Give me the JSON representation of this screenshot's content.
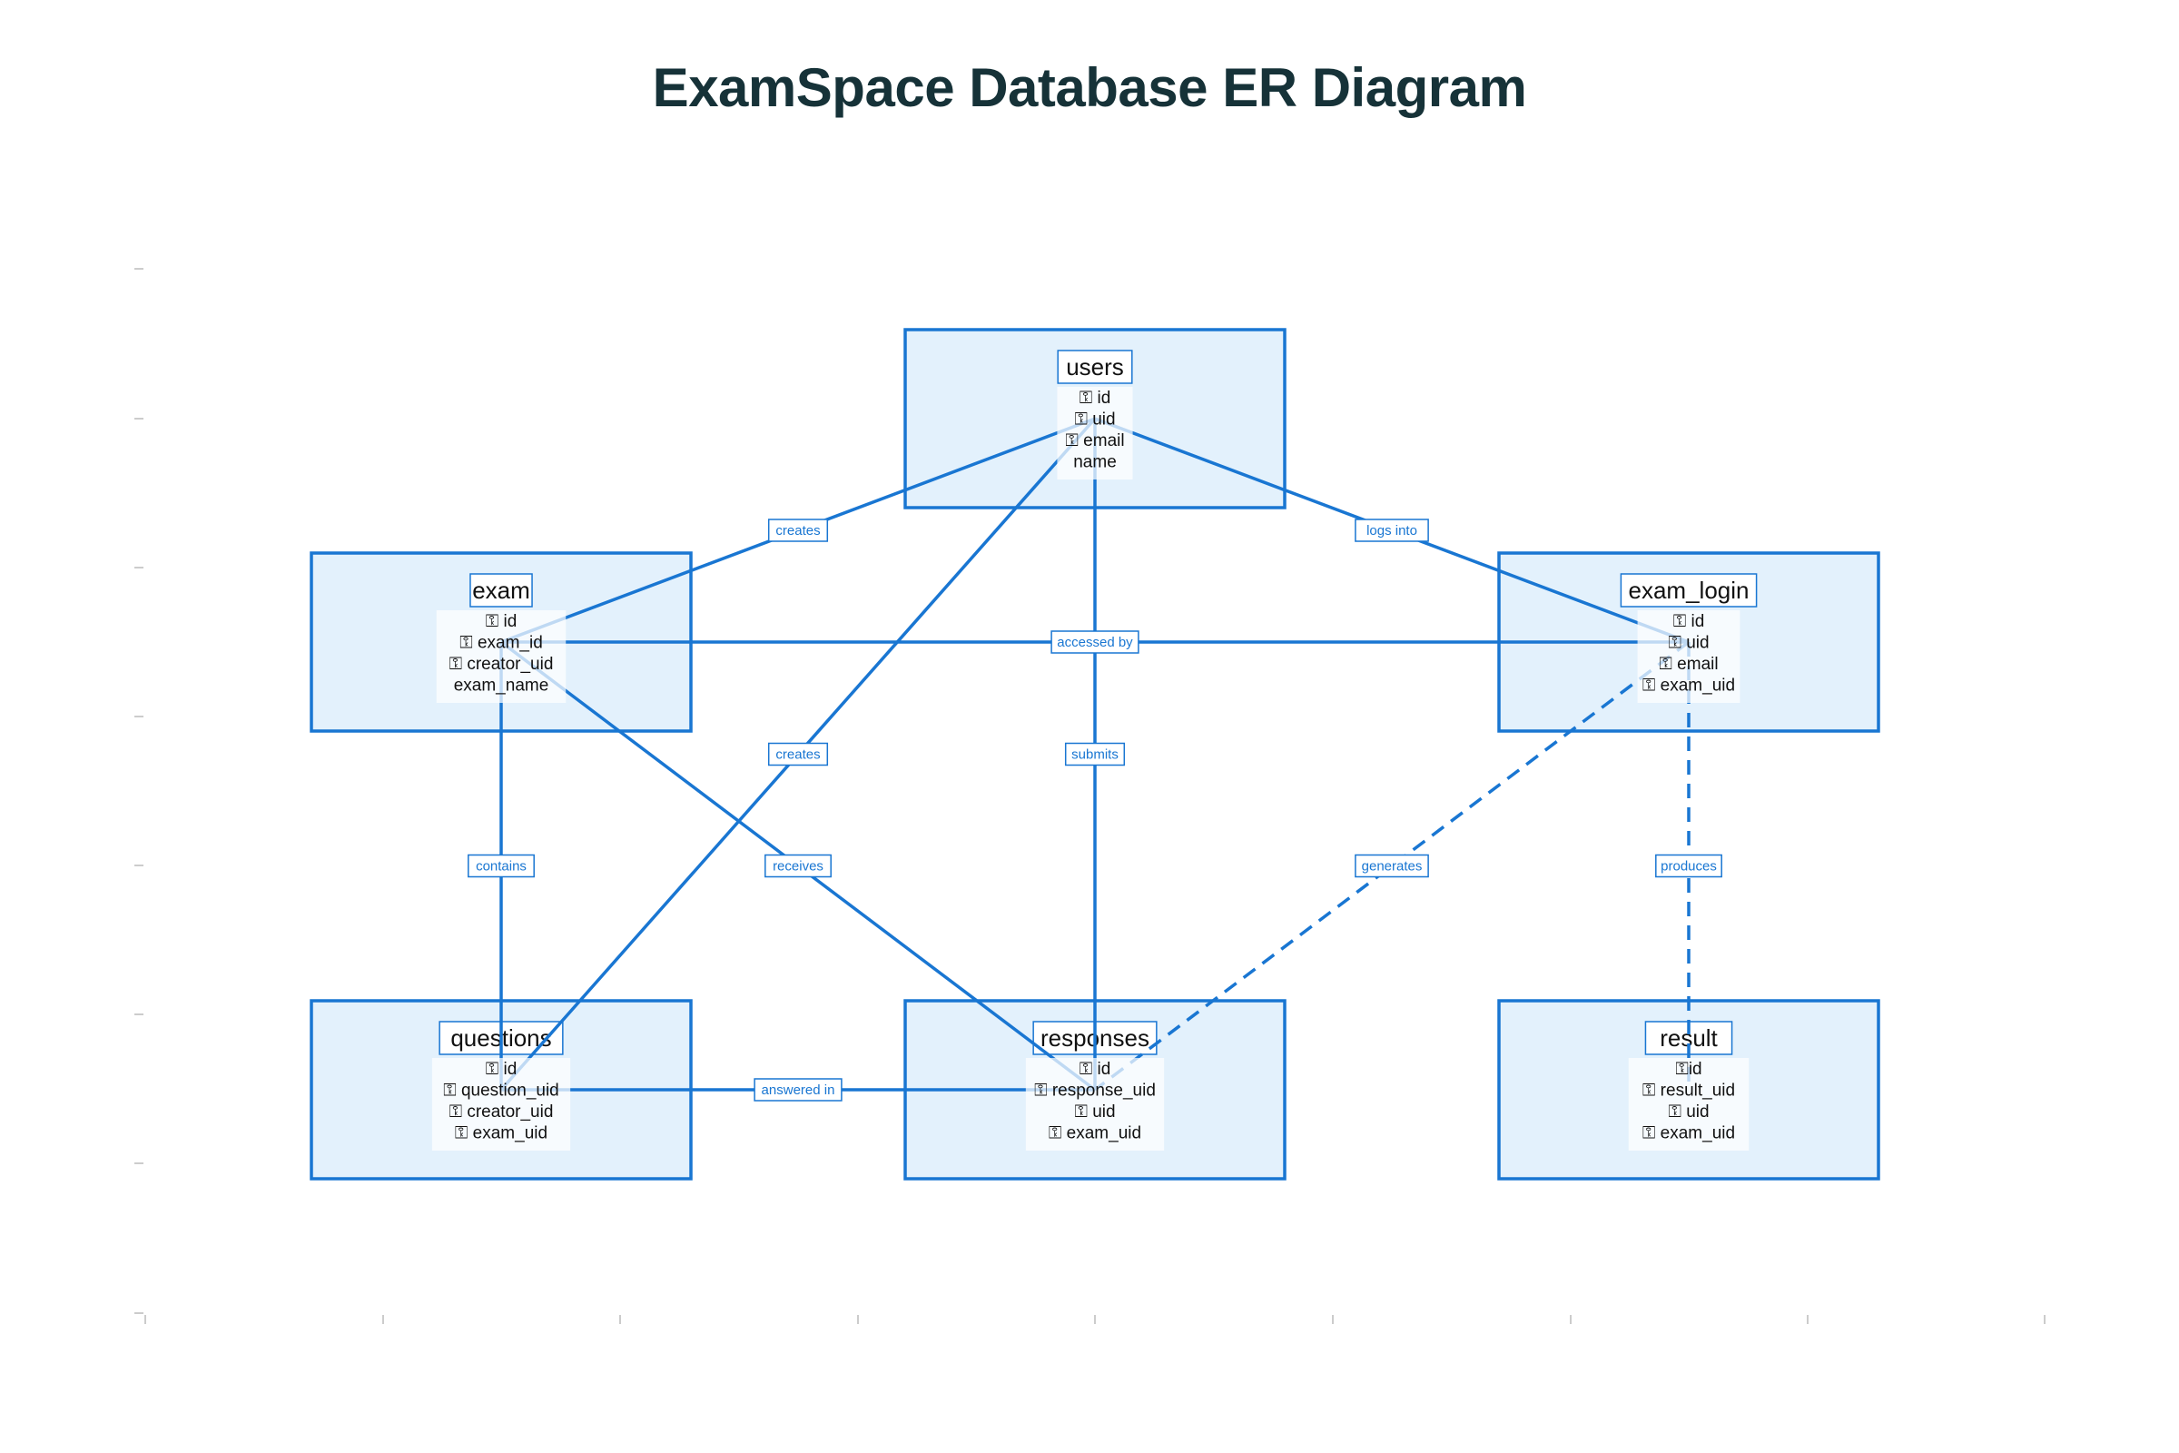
{
  "title": "ExamSpace Database ER Diagram",
  "colors": {
    "accent": "#1976d2",
    "entity_fill": "#e3f1fc",
    "title": "#163238",
    "tick": "#bbbbbb"
  },
  "key_glyph": "⚿",
  "entities": [
    {
      "id": "users",
      "name": "users",
      "attributes": [
        {
          "name": "id",
          "key": true
        },
        {
          "name": "uid",
          "key": true
        },
        {
          "name": "email",
          "key": true
        },
        {
          "name": "name",
          "key": false
        }
      ]
    },
    {
      "id": "exam",
      "name": "exam",
      "attributes": [
        {
          "name": "id",
          "key": true
        },
        {
          "name": "exam_id",
          "key": true
        },
        {
          "name": "creator_uid",
          "key": true
        },
        {
          "name": "exam_name",
          "key": false
        }
      ]
    },
    {
      "id": "exam_login",
      "name": "exam_login",
      "attributes": [
        {
          "name": "id",
          "key": true
        },
        {
          "name": "uid",
          "key": true
        },
        {
          "name": "email",
          "key": true
        },
        {
          "name": "exam_uid",
          "key": true
        }
      ]
    },
    {
      "id": "questions",
      "name": "questions",
      "attributes": [
        {
          "name": "id",
          "key": true
        },
        {
          "name": "question_uid",
          "key": true
        },
        {
          "name": "creator_uid",
          "key": true
        },
        {
          "name": "exam_uid",
          "key": true
        }
      ]
    },
    {
      "id": "responses",
      "name": "responses",
      "attributes": [
        {
          "name": "id",
          "key": true
        },
        {
          "name": "response_uid",
          "key": true
        },
        {
          "name": "uid",
          "key": true
        },
        {
          "name": "exam_uid",
          "key": true
        }
      ]
    },
    {
      "id": "result",
      "name": "result",
      "attributes": [
        {
          "name": "id",
          "key": true,
          "tight": true
        },
        {
          "name": "result_uid",
          "key": true
        },
        {
          "name": "uid",
          "key": true
        },
        {
          "name": "exam_uid",
          "key": true
        }
      ]
    }
  ],
  "relationships": [
    {
      "from": "users",
      "to": "exam",
      "label": "creates",
      "dashed": false
    },
    {
      "from": "users",
      "to": "exam_login",
      "label": "logs into",
      "dashed": false
    },
    {
      "from": "exam",
      "to": "exam_login",
      "label": "accessed by",
      "dashed": false
    },
    {
      "from": "users",
      "to": "questions",
      "label": "creates",
      "dashed": false
    },
    {
      "from": "users",
      "to": "responses",
      "label": "submits",
      "dashed": false
    },
    {
      "from": "exam",
      "to": "questions",
      "label": "contains",
      "dashed": false
    },
    {
      "from": "exam",
      "to": "responses",
      "label": "receives",
      "dashed": false
    },
    {
      "from": "exam_login",
      "to": "responses",
      "label": "generates",
      "dashed": true
    },
    {
      "from": "exam_login",
      "to": "result",
      "label": "produces",
      "dashed": true
    },
    {
      "from": "questions",
      "to": "responses",
      "label": "answered in",
      "dashed": false
    }
  ]
}
